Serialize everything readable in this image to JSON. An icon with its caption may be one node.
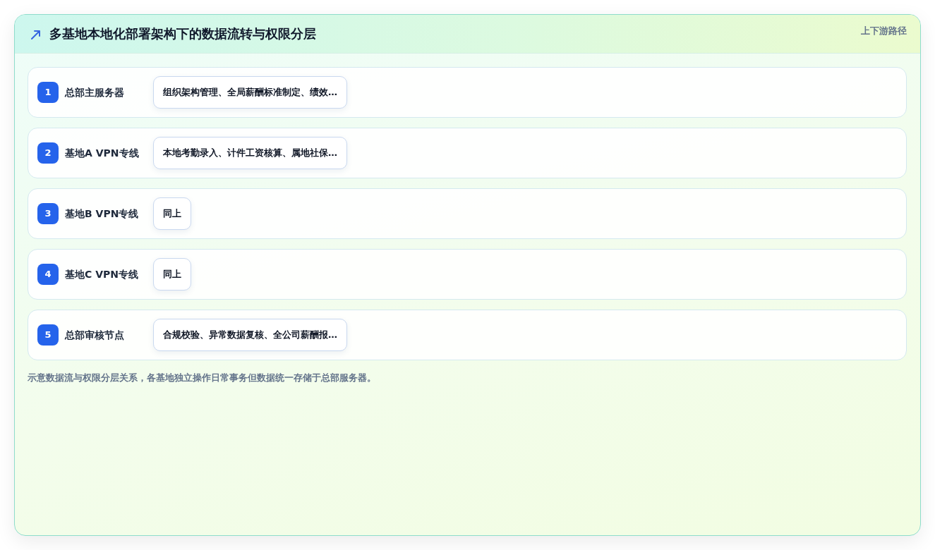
{
  "diagram": {
    "title": "多基地本地化部署架构下的数据流转与权限分层",
    "caption": "示意数据流与权限分层关系，各基地独立操作日常事务但数据统一存储于总部服务器。",
    "nodes": [
      {
        "text": [
          "总部主服务器"
        ]
      },
      {
        "text": [
          "1"
        ],
        "in": 0
      },
      {
        "text": [
          "组织架构管理、全局薪酬标准制定、绩效…"
        ],
        "in": 0
      },
      {
        "text": [
          "基地A VPN专线"
        ]
      },
      {
        "text": [
          "2"
        ],
        "in": 3
      },
      {
        "text": [
          "本地考勤录入、计件工资核算、属地社保…"
        ],
        "in": 3
      },
      {
        "text": [
          "基地B VPN专线"
        ]
      },
      {
        "text": [
          "3"
        ],
        "in": 6
      },
      {
        "text": [
          "同上"
        ],
        "in": 6
      },
      {
        "text": [
          "基地C VPN专线"
        ]
      },
      {
        "text": [
          "4"
        ],
        "in": 9
      },
      {
        "text": [
          "同上"
        ],
        "in": 9
      },
      {
        "text": [
          "总部审核节点"
        ]
      },
      {
        "text": [
          "5"
        ],
        "in": 12
      },
      {
        "text": [
          "合规校验、异常数据复核、全公司薪酬报…"
        ],
        "in": 12
      }
    ],
    "edges": [],
    "labels": [
      "上下游路径"
    ]
  }
}
